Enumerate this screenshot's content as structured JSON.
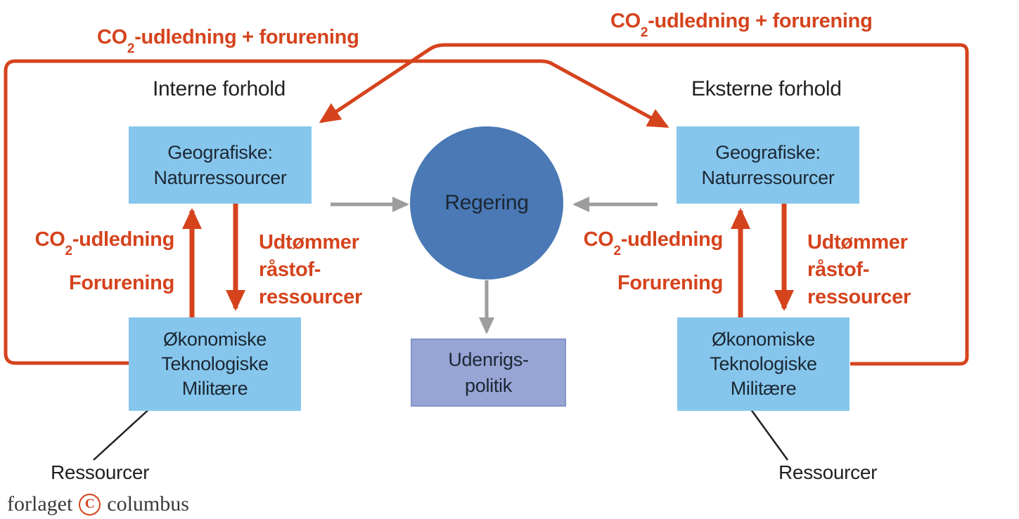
{
  "header": {
    "top_left_emission_label": {
      "pre": "CO",
      "sub": "2",
      "post": "-udledning + forurening"
    },
    "top_right_emission_label": {
      "pre": "CO",
      "sub": "2",
      "post": "-udledning + forurening"
    },
    "left_section_title": "Interne forhold",
    "right_section_title": "Eksterne forhold"
  },
  "left": {
    "geographic_box": {
      "line1": "Geografiske:",
      "line2": "Naturressourcer"
    },
    "economic_box": {
      "line1": "Økonomiske",
      "line2": "Teknologiske",
      "line3": "Militære"
    },
    "up_arrow_label_co2": {
      "pre": "CO",
      "sub": "2",
      "post": "-udledning"
    },
    "up_arrow_label_pollution": "Forurening",
    "down_arrow_label": {
      "line1": "Udtømmer",
      "line2": "råstof-",
      "line3": "ressourcer"
    },
    "resources_label": "Ressourcer"
  },
  "right": {
    "geographic_box": {
      "line1": "Geografiske:",
      "line2": "Naturressourcer"
    },
    "economic_box": {
      "line1": "Økonomiske",
      "line2": "Teknologiske",
      "line3": "Militære"
    },
    "up_arrow_label_co2": {
      "pre": "CO",
      "sub": "2",
      "post": "-udledning"
    },
    "up_arrow_label_pollution": "Forurening",
    "down_arrow_label": {
      "line1": "Udtømmer",
      "line2": "råstof-",
      "line3": "ressourcer"
    },
    "resources_label": "Ressourcer"
  },
  "center": {
    "government_circle_label": "Regering",
    "foreign_policy_box": {
      "line1": "Udenrigs-",
      "line2": "politik"
    }
  },
  "footer": {
    "logo": {
      "word1": "forlaget",
      "symbol": "C",
      "word2": "columbus"
    }
  },
  "colors": {
    "accent_red": "#D5431D",
    "light_blue_box": "#87C6EC",
    "government_circle_blue": "#4A79B5",
    "foreign_policy_lavender": "#96A5D4",
    "arrow_gray": "#9D9D9D",
    "text_black": "#231F20",
    "box_text_navy": "#1B2733"
  }
}
